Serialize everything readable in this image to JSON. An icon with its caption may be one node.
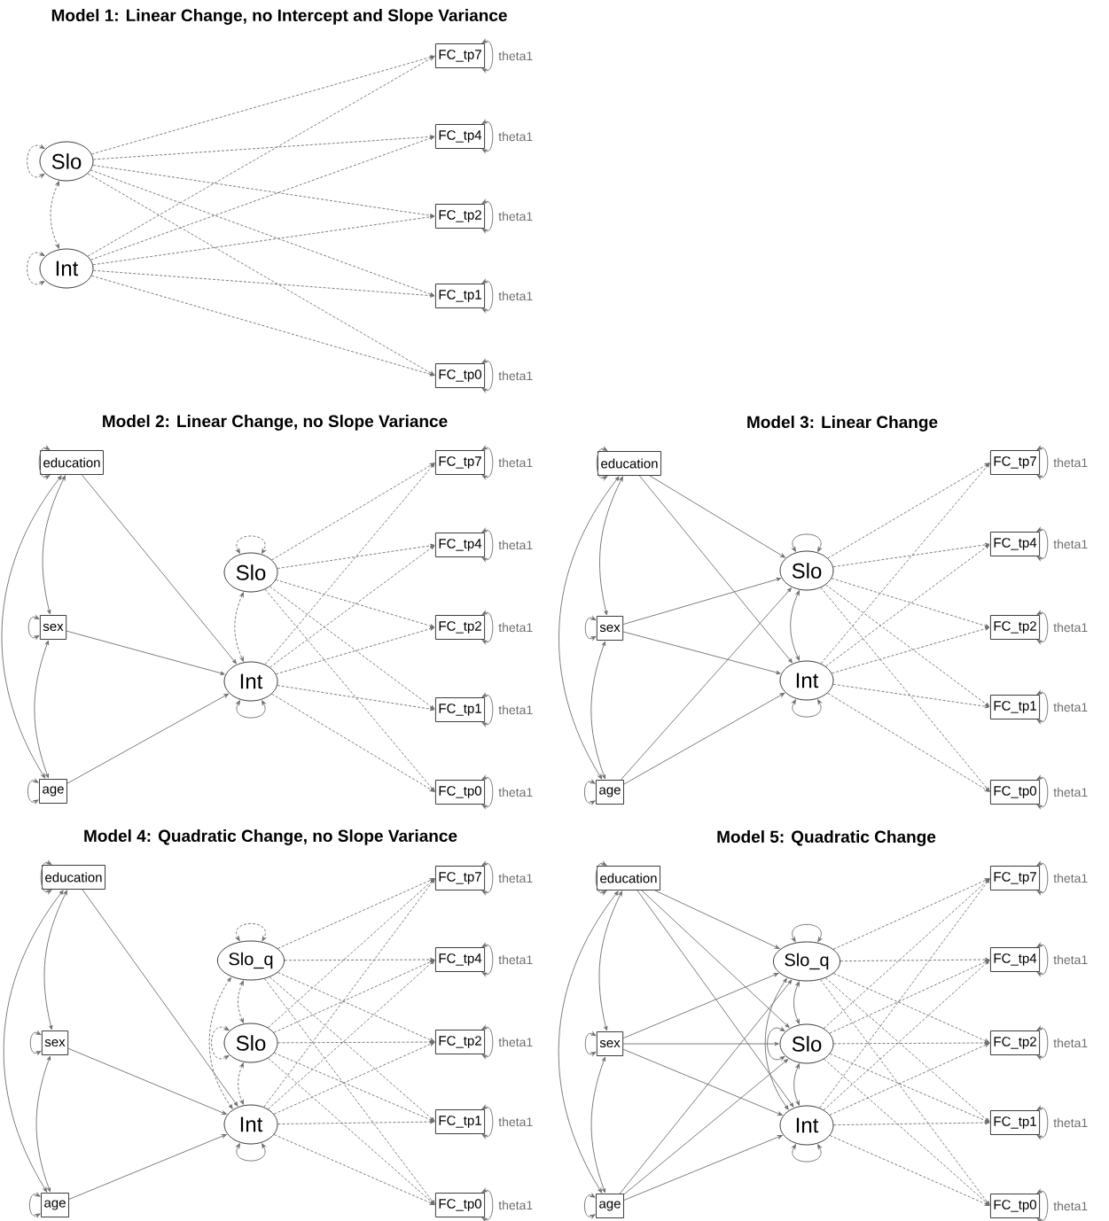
{
  "diagram": {
    "nodes": [
      {
        "text": [
          "Slo"
        ]
      },
      {
        "text": [
          "Int"
        ]
      },
      {
        "text": [
          "FC_tp7"
        ]
      },
      {
        "text": [
          "FC_tp4"
        ]
      },
      {
        "text": [
          "FC_tp2"
        ]
      },
      {
        "text": [
          "FC_tp1"
        ]
      },
      {
        "text": [
          "FC_tp0"
        ]
      },
      {
        "text": [
          "education"
        ]
      },
      {
        "text": [
          "sex"
        ]
      },
      {
        "text": [
          "age"
        ]
      },
      {
        "text": [
          "Slo"
        ]
      },
      {
        "text": [
          "Int"
        ]
      },
      {
        "text": [
          "FC_tp7"
        ]
      },
      {
        "text": [
          "FC_tp4"
        ]
      },
      {
        "text": [
          "FC_tp2"
        ]
      },
      {
        "text": [
          "FC_tp1"
        ]
      },
      {
        "text": [
          "FC_tp0"
        ]
      },
      {
        "text": [
          "education"
        ]
      },
      {
        "text": [
          "sex"
        ]
      },
      {
        "text": [
          "age"
        ]
      },
      {
        "text": [
          "Slo"
        ]
      },
      {
        "text": [
          "Int"
        ]
      },
      {
        "text": [
          "FC_tp7"
        ]
      },
      {
        "text": [
          "FC_tp4"
        ]
      },
      {
        "text": [
          "FC_tp2"
        ]
      },
      {
        "text": [
          "FC_tp1"
        ]
      },
      {
        "text": [
          "FC_tp0"
        ]
      },
      {
        "text": [
          "education"
        ]
      },
      {
        "text": [
          "sex"
        ]
      },
      {
        "text": [
          "age"
        ]
      },
      {
        "text": [
          "Slo_q"
        ]
      },
      {
        "text": [
          "Slo"
        ]
      },
      {
        "text": [
          "Int"
        ]
      },
      {
        "text": [
          "FC_tp7"
        ]
      },
      {
        "text": [
          "FC_tp4"
        ]
      },
      {
        "text": [
          "FC_tp2"
        ]
      },
      {
        "text": [
          "FC_tp1"
        ]
      },
      {
        "text": [
          "FC_tp0"
        ]
      },
      {
        "text": [
          "education"
        ]
      },
      {
        "text": [
          "sex"
        ]
      },
      {
        "text": [
          "age"
        ]
      },
      {
        "text": [
          "Slo_q"
        ]
      },
      {
        "text": [
          "Slo"
        ]
      },
      {
        "text": [
          "Int"
        ]
      },
      {
        "text": [
          "FC_tp7"
        ]
      },
      {
        "text": [
          "FC_tp4"
        ]
      },
      {
        "text": [
          "FC_tp2"
        ]
      },
      {
        "text": [
          "FC_tp1"
        ]
      },
      {
        "text": [
          "FC_tp0"
        ]
      }
    ],
    "edges": [
      {
        "from": 0,
        "to": 0,
        "arrow": "both",
        "style": "dashed"
      },
      {
        "from": 1,
        "to": 1,
        "arrow": "both",
        "style": "dashed"
      },
      {
        "from": 0,
        "to": 1,
        "arrow": "both",
        "style": "dashed"
      },
      {
        "from": 0,
        "to": 2,
        "arrow": "to",
        "style": "dashed"
      },
      {
        "from": 0,
        "to": 3,
        "arrow": "to",
        "style": "dashed"
      },
      {
        "from": 0,
        "to": 4,
        "arrow": "to",
        "style": "dashed"
      },
      {
        "from": 0,
        "to": 5,
        "arrow": "to",
        "style": "dashed"
      },
      {
        "from": 0,
        "to": 6,
        "arrow": "to",
        "style": "dashed"
      },
      {
        "from": 1,
        "to": 2,
        "arrow": "to",
        "style": "dashed"
      },
      {
        "from": 1,
        "to": 3,
        "arrow": "to",
        "style": "dashed"
      },
      {
        "from": 1,
        "to": 4,
        "arrow": "to",
        "style": "dashed"
      },
      {
        "from": 1,
        "to": 5,
        "arrow": "to",
        "style": "dashed"
      },
      {
        "from": 1,
        "to": 6,
        "arrow": "to",
        "style": "dashed"
      },
      {
        "from": 2,
        "to": 2,
        "arrow": "both",
        "label": "theta1"
      },
      {
        "from": 3,
        "to": 3,
        "arrow": "both",
        "label": "theta1"
      },
      {
        "from": 4,
        "to": 4,
        "arrow": "both",
        "label": "theta1"
      },
      {
        "from": 5,
        "to": 5,
        "arrow": "both",
        "label": "theta1"
      },
      {
        "from": 6,
        "to": 6,
        "arrow": "both",
        "label": "theta1"
      },
      {
        "from": 7,
        "to": 7,
        "arrow": "both"
      },
      {
        "from": 8,
        "to": 8,
        "arrow": "both"
      },
      {
        "from": 9,
        "to": 9,
        "arrow": "both"
      },
      {
        "from": 7,
        "to": 8,
        "arrow": "both"
      },
      {
        "from": 7,
        "to": 9,
        "arrow": "both"
      },
      {
        "from": 8,
        "to": 9,
        "arrow": "both"
      },
      {
        "from": 10,
        "to": 10,
        "arrow": "both",
        "style": "dashed"
      },
      {
        "from": 11,
        "to": 11,
        "arrow": "both"
      },
      {
        "from": 7,
        "to": 11,
        "arrow": "to"
      },
      {
        "from": 8,
        "to": 11,
        "arrow": "to"
      },
      {
        "from": 9,
        "to": 11,
        "arrow": "to"
      },
      {
        "from": 10,
        "to": 11,
        "arrow": "both",
        "style": "dashed"
      },
      {
        "from": 10,
        "to": 12,
        "arrow": "to",
        "style": "dashed"
      },
      {
        "from": 10,
        "to": 13,
        "arrow": "to",
        "style": "dashed"
      },
      {
        "from": 10,
        "to": 14,
        "arrow": "to",
        "style": "dashed"
      },
      {
        "from": 10,
        "to": 15,
        "arrow": "to",
        "style": "dashed"
      },
      {
        "from": 10,
        "to": 16,
        "arrow": "to",
        "style": "dashed"
      },
      {
        "from": 11,
        "to": 12,
        "arrow": "to",
        "style": "dashed"
      },
      {
        "from": 11,
        "to": 13,
        "arrow": "to",
        "style": "dashed"
      },
      {
        "from": 11,
        "to": 14,
        "arrow": "to",
        "style": "dashed"
      },
      {
        "from": 11,
        "to": 15,
        "arrow": "to",
        "style": "dashed"
      },
      {
        "from": 11,
        "to": 16,
        "arrow": "to",
        "style": "dashed"
      },
      {
        "from": 12,
        "to": 12,
        "arrow": "both",
        "label": "theta1"
      },
      {
        "from": 13,
        "to": 13,
        "arrow": "both",
        "label": "theta1"
      },
      {
        "from": 14,
        "to": 14,
        "arrow": "both",
        "label": "theta1"
      },
      {
        "from": 15,
        "to": 15,
        "arrow": "both",
        "label": "theta1"
      },
      {
        "from": 16,
        "to": 16,
        "arrow": "both",
        "label": "theta1"
      },
      {
        "from": 17,
        "to": 17,
        "arrow": "both"
      },
      {
        "from": 18,
        "to": 18,
        "arrow": "both"
      },
      {
        "from": 19,
        "to": 19,
        "arrow": "both"
      },
      {
        "from": 17,
        "to": 18,
        "arrow": "both"
      },
      {
        "from": 17,
        "to": 19,
        "arrow": "both"
      },
      {
        "from": 18,
        "to": 19,
        "arrow": "both"
      },
      {
        "from": 20,
        "to": 20,
        "arrow": "both"
      },
      {
        "from": 21,
        "to": 21,
        "arrow": "both"
      },
      {
        "from": 17,
        "to": 20,
        "arrow": "to"
      },
      {
        "from": 17,
        "to": 21,
        "arrow": "to"
      },
      {
        "from": 18,
        "to": 20,
        "arrow": "to"
      },
      {
        "from": 18,
        "to": 21,
        "arrow": "to"
      },
      {
        "from": 19,
        "to": 20,
        "arrow": "to"
      },
      {
        "from": 19,
        "to": 21,
        "arrow": "to"
      },
      {
        "from": 20,
        "to": 21,
        "arrow": "both"
      },
      {
        "from": 20,
        "to": 22,
        "arrow": "to",
        "style": "dashed"
      },
      {
        "from": 20,
        "to": 23,
        "arrow": "to",
        "style": "dashed"
      },
      {
        "from": 20,
        "to": 24,
        "arrow": "to",
        "style": "dashed"
      },
      {
        "from": 20,
        "to": 25,
        "arrow": "to",
        "style": "dashed"
      },
      {
        "from": 20,
        "to": 26,
        "arrow": "to",
        "style": "dashed"
      },
      {
        "from": 21,
        "to": 22,
        "arrow": "to",
        "style": "dashed"
      },
      {
        "from": 21,
        "to": 23,
        "arrow": "to",
        "style": "dashed"
      },
      {
        "from": 21,
        "to": 24,
        "arrow": "to",
        "style": "dashed"
      },
      {
        "from": 21,
        "to": 25,
        "arrow": "to",
        "style": "dashed"
      },
      {
        "from": 21,
        "to": 26,
        "arrow": "to",
        "style": "dashed"
      },
      {
        "from": 22,
        "to": 22,
        "arrow": "both",
        "label": "theta1"
      },
      {
        "from": 23,
        "to": 23,
        "arrow": "both",
        "label": "theta1"
      },
      {
        "from": 24,
        "to": 24,
        "arrow": "both",
        "label": "theta1"
      },
      {
        "from": 25,
        "to": 25,
        "arrow": "both",
        "label": "theta1"
      },
      {
        "from": 26,
        "to": 26,
        "arrow": "both",
        "label": "theta1"
      },
      {
        "from": 27,
        "to": 27,
        "arrow": "both"
      },
      {
        "from": 28,
        "to": 28,
        "arrow": "both"
      },
      {
        "from": 29,
        "to": 29,
        "arrow": "both"
      },
      {
        "from": 27,
        "to": 28,
        "arrow": "both"
      },
      {
        "from": 27,
        "to": 29,
        "arrow": "both"
      },
      {
        "from": 28,
        "to": 29,
        "arrow": "both"
      },
      {
        "from": 30,
        "to": 30,
        "arrow": "both",
        "style": "dashed"
      },
      {
        "from": 31,
        "to": 31,
        "arrow": "both",
        "style": "dashed"
      },
      {
        "from": 32,
        "to": 32,
        "arrow": "both"
      },
      {
        "from": 27,
        "to": 32,
        "arrow": "to"
      },
      {
        "from": 28,
        "to": 32,
        "arrow": "to"
      },
      {
        "from": 29,
        "to": 32,
        "arrow": "to"
      },
      {
        "from": 30,
        "to": 31,
        "arrow": "both",
        "style": "dashed"
      },
      {
        "from": 30,
        "to": 32,
        "arrow": "both",
        "style": "dashed"
      },
      {
        "from": 31,
        "to": 32,
        "arrow": "both",
        "style": "dashed"
      },
      {
        "from": 30,
        "to": 33,
        "arrow": "to",
        "style": "dashed"
      },
      {
        "from": 30,
        "to": 34,
        "arrow": "to",
        "style": "dashed"
      },
      {
        "from": 30,
        "to": 35,
        "arrow": "to",
        "style": "dashed"
      },
      {
        "from": 30,
        "to": 36,
        "arrow": "to",
        "style": "dashed"
      },
      {
        "from": 30,
        "to": 37,
        "arrow": "to",
        "style": "dashed"
      },
      {
        "from": 31,
        "to": 33,
        "arrow": "to",
        "style": "dashed"
      },
      {
        "from": 31,
        "to": 34,
        "arrow": "to",
        "style": "dashed"
      },
      {
        "from": 31,
        "to": 35,
        "arrow": "to",
        "style": "dashed"
      },
      {
        "from": 31,
        "to": 36,
        "arrow": "to",
        "style": "dashed"
      },
      {
        "from": 31,
        "to": 37,
        "arrow": "to",
        "style": "dashed"
      },
      {
        "from": 32,
        "to": 33,
        "arrow": "to",
        "style": "dashed"
      },
      {
        "from": 32,
        "to": 34,
        "arrow": "to",
        "style": "dashed"
      },
      {
        "from": 32,
        "to": 35,
        "arrow": "to",
        "style": "dashed"
      },
      {
        "from": 32,
        "to": 36,
        "arrow": "to",
        "style": "dashed"
      },
      {
        "from": 32,
        "to": 37,
        "arrow": "to",
        "style": "dashed"
      },
      {
        "from": 33,
        "to": 33,
        "arrow": "both",
        "label": "theta1"
      },
      {
        "from": 34,
        "to": 34,
        "arrow": "both",
        "label": "theta1"
      },
      {
        "from": 35,
        "to": 35,
        "arrow": "both",
        "label": "theta1"
      },
      {
        "from": 36,
        "to": 36,
        "arrow": "both",
        "label": "theta1"
      },
      {
        "from": 37,
        "to": 37,
        "arrow": "both",
        "label": "theta1"
      },
      {
        "from": 38,
        "to": 38,
        "arrow": "both"
      },
      {
        "from": 39,
        "to": 39,
        "arrow": "both"
      },
      {
        "from": 40,
        "to": 40,
        "arrow": "both"
      },
      {
        "from": 38,
        "to": 39,
        "arrow": "both"
      },
      {
        "from": 38,
        "to": 40,
        "arrow": "both"
      },
      {
        "from": 39,
        "to": 40,
        "arrow": "both"
      },
      {
        "from": 41,
        "to": 41,
        "arrow": "both"
      },
      {
        "from": 42,
        "to": 42,
        "arrow": "both"
      },
      {
        "from": 43,
        "to": 43,
        "arrow": "both"
      },
      {
        "from": 38,
        "to": 41,
        "arrow": "to"
      },
      {
        "from": 38,
        "to": 42,
        "arrow": "to"
      },
      {
        "from": 38,
        "to": 43,
        "arrow": "to"
      },
      {
        "from": 39,
        "to": 41,
        "arrow": "to"
      },
      {
        "from": 39,
        "to": 42,
        "arrow": "to"
      },
      {
        "from": 39,
        "to": 43,
        "arrow": "to"
      },
      {
        "from": 40,
        "to": 41,
        "arrow": "to"
      },
      {
        "from": 40,
        "to": 42,
        "arrow": "to"
      },
      {
        "from": 40,
        "to": 43,
        "arrow": "to"
      },
      {
        "from": 41,
        "to": 42,
        "arrow": "both"
      },
      {
        "from": 41,
        "to": 43,
        "arrow": "both"
      },
      {
        "from": 42,
        "to": 43,
        "arrow": "both"
      },
      {
        "from": 41,
        "to": 44,
        "arrow": "to",
        "style": "dashed"
      },
      {
        "from": 41,
        "to": 45,
        "arrow": "to",
        "style": "dashed"
      },
      {
        "from": 41,
        "to": 46,
        "arrow": "to",
        "style": "dashed"
      },
      {
        "from": 41,
        "to": 47,
        "arrow": "to",
        "style": "dashed"
      },
      {
        "from": 41,
        "to": 48,
        "arrow": "to",
        "style": "dashed"
      },
      {
        "from": 42,
        "to": 44,
        "arrow": "to",
        "style": "dashed"
      },
      {
        "from": 42,
        "to": 45,
        "arrow": "to",
        "style": "dashed"
      },
      {
        "from": 42,
        "to": 46,
        "arrow": "to",
        "style": "dashed"
      },
      {
        "from": 42,
        "to": 47,
        "arrow": "to",
        "style": "dashed"
      },
      {
        "from": 42,
        "to": 48,
        "arrow": "to",
        "style": "dashed"
      },
      {
        "from": 43,
        "to": 44,
        "arrow": "to",
        "style": "dashed"
      },
      {
        "from": 43,
        "to": 45,
        "arrow": "to",
        "style": "dashed"
      },
      {
        "from": 43,
        "to": 46,
        "arrow": "to",
        "style": "dashed"
      },
      {
        "from": 43,
        "to": 47,
        "arrow": "to",
        "style": "dashed"
      },
      {
        "from": 43,
        "to": 48,
        "arrow": "to",
        "style": "dashed"
      },
      {
        "from": 44,
        "to": 44,
        "arrow": "both",
        "label": "theta1"
      },
      {
        "from": 45,
        "to": 45,
        "arrow": "both",
        "label": "theta1"
      },
      {
        "from": 46,
        "to": 46,
        "arrow": "both",
        "label": "theta1"
      },
      {
        "from": 47,
        "to": 47,
        "arrow": "both",
        "label": "theta1"
      },
      {
        "from": 48,
        "to": 48,
        "arrow": "both",
        "label": "theta1"
      }
    ],
    "labels": [
      "Model 1: Linear Change, no Intercept and Slope Variance",
      "Model 2: Linear Change, no Slope Variance",
      "Model 3: Linear Change",
      "Model 4: Quadratic Change, no Slope Variance",
      "Model 5: Quadratic Change"
    ]
  }
}
